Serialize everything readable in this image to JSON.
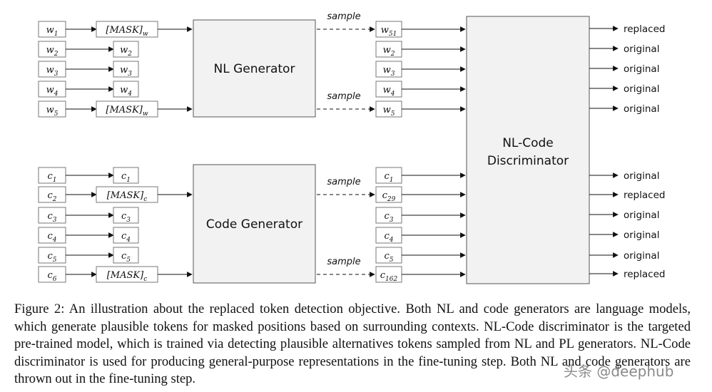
{
  "nl": {
    "inputs": [
      {
        "base": "w",
        "sub": "1"
      },
      {
        "base": "w",
        "sub": "2"
      },
      {
        "base": "w",
        "sub": "3"
      },
      {
        "base": "w",
        "sub": "4"
      },
      {
        "base": "w",
        "sub": "5"
      }
    ],
    "masked": [
      {
        "base": "[MASK]",
        "sub": "w"
      },
      {
        "base": "w",
        "sub": "2"
      },
      {
        "base": "w",
        "sub": "3"
      },
      {
        "base": "w",
        "sub": "4"
      },
      {
        "base": "[MASK]",
        "sub": "w"
      }
    ],
    "generator_label": "NL Generator",
    "sampled": [
      {
        "base": "w",
        "sub": "51"
      },
      {
        "base": "w",
        "sub": "2"
      },
      {
        "base": "w",
        "sub": "3"
      },
      {
        "base": "w",
        "sub": "4"
      },
      {
        "base": "w",
        "sub": "5"
      }
    ],
    "sample_rows": [
      0,
      4
    ]
  },
  "code": {
    "inputs": [
      {
        "base": "c",
        "sub": "1"
      },
      {
        "base": "c",
        "sub": "2"
      },
      {
        "base": "c",
        "sub": "3"
      },
      {
        "base": "c",
        "sub": "4"
      },
      {
        "base": "c",
        "sub": "5"
      },
      {
        "base": "c",
        "sub": "6"
      }
    ],
    "masked": [
      {
        "base": "c",
        "sub": "1"
      },
      {
        "base": "[MASK]",
        "sub": "c"
      },
      {
        "base": "c",
        "sub": "3"
      },
      {
        "base": "c",
        "sub": "4"
      },
      {
        "base": "c",
        "sub": "5"
      },
      {
        "base": "[MASK]",
        "sub": "c"
      }
    ],
    "generator_label": "Code Generator",
    "sampled": [
      {
        "base": "c",
        "sub": "1"
      },
      {
        "base": "c",
        "sub": "29"
      },
      {
        "base": "c",
        "sub": "3"
      },
      {
        "base": "c",
        "sub": "4"
      },
      {
        "base": "c",
        "sub": "5"
      },
      {
        "base": "c",
        "sub": "162"
      }
    ],
    "sample_rows": [
      1,
      5
    ]
  },
  "sample_label": "sample",
  "discriminator_label": [
    "NL-Code",
    "Discriminator"
  ],
  "outputs_nl": [
    "replaced",
    "original",
    "original",
    "original",
    "original"
  ],
  "outputs_code": [
    "original",
    "replaced",
    "original",
    "original",
    "original",
    "replaced"
  ],
  "caption": "Figure 2: An illustration about the replaced token detection objective. Both NL and code generators are language models, which generate plausible tokens for masked positions based on surrounding contexts. NL-Code discriminator is the targeted pre-trained model, which is trained via detecting plausible alternatives tokens sampled from NL and PL generators. NL-Code discriminator is used for producing general-purpose representations in the fine-tuning step. Both NL and code generators are thrown out in the fine-tuning step.",
  "watermark": "头条 @deephub"
}
